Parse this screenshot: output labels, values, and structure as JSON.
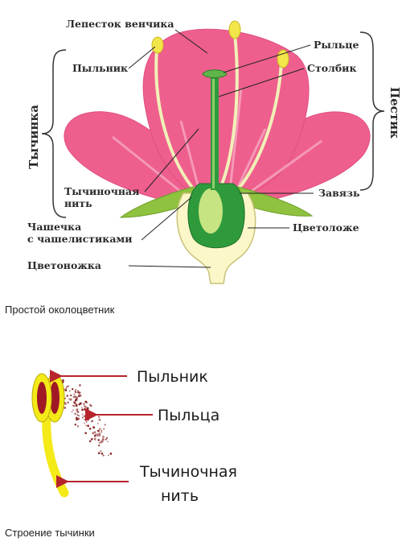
{
  "flower_diagram": {
    "labels": {
      "petal": "Лепесток венчика",
      "anther": "Пыльник",
      "stigma": "Рыльце",
      "style": "Столбик",
      "stamen": "Тычинка",
      "pistil": "Пестик",
      "filament": [
        "Тычиночная",
        "нить"
      ],
      "ovary": "Завязь",
      "calyx": [
        "Чашечка",
        "с чашелистиками"
      ],
      "receptacle": "Цветоложе",
      "pedicel": "Цветоножка"
    },
    "caption": "Простой околоцветник"
  },
  "stamen_diagram": {
    "labels": {
      "anther": "Пыльник",
      "pollen": "Пыльца",
      "filament": [
        "Тычиночная",
        "нить"
      ]
    },
    "caption": "Строение тычинки"
  },
  "colors": {
    "petal": "#ee5f8e",
    "petal_light": "#f6a7c2",
    "anther": "#f2e64a",
    "sepal": "#8fc23e",
    "ovary": "#2f9a3c",
    "receptacle": "#fbf7c8",
    "stamen_yellow": "#f3ea18",
    "arrow_red": "#b8242c",
    "pollen": "#8a2a2a"
  }
}
